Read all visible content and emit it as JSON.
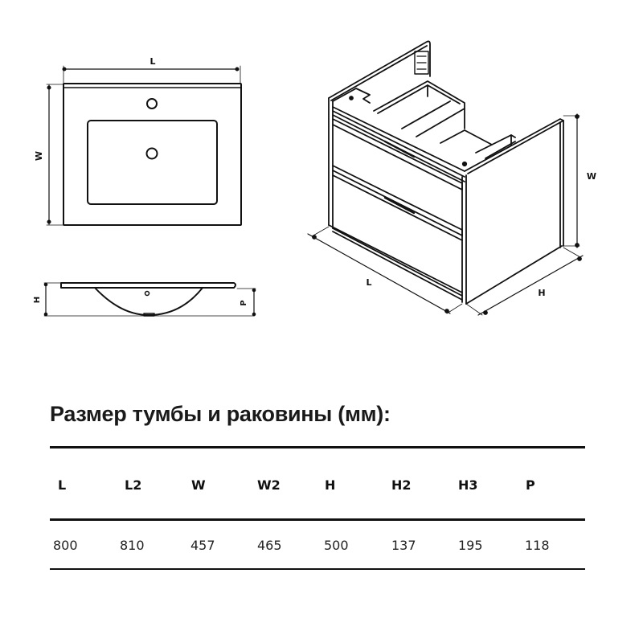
{
  "sink_top_view": {
    "dim_length_label": "L",
    "dim_width_label": "W"
  },
  "sink_side_view": {
    "dim_height_label": "H",
    "dim_depth_label": "P"
  },
  "cabinet_iso_view": {
    "dim_length_label": "L",
    "dim_height_label": "W",
    "dim_depth_label": "H"
  },
  "title": "Размер тумбы и раковины (мм):",
  "table": {
    "headers": [
      "L",
      "L2",
      "W",
      "W2",
      "H",
      "H2",
      "H3",
      "P"
    ],
    "values": [
      "800",
      "810",
      "457",
      "465",
      "500",
      "137",
      "195",
      "118"
    ],
    "column_x": [
      66,
      154,
      237,
      320,
      403,
      487,
      570,
      653
    ]
  }
}
